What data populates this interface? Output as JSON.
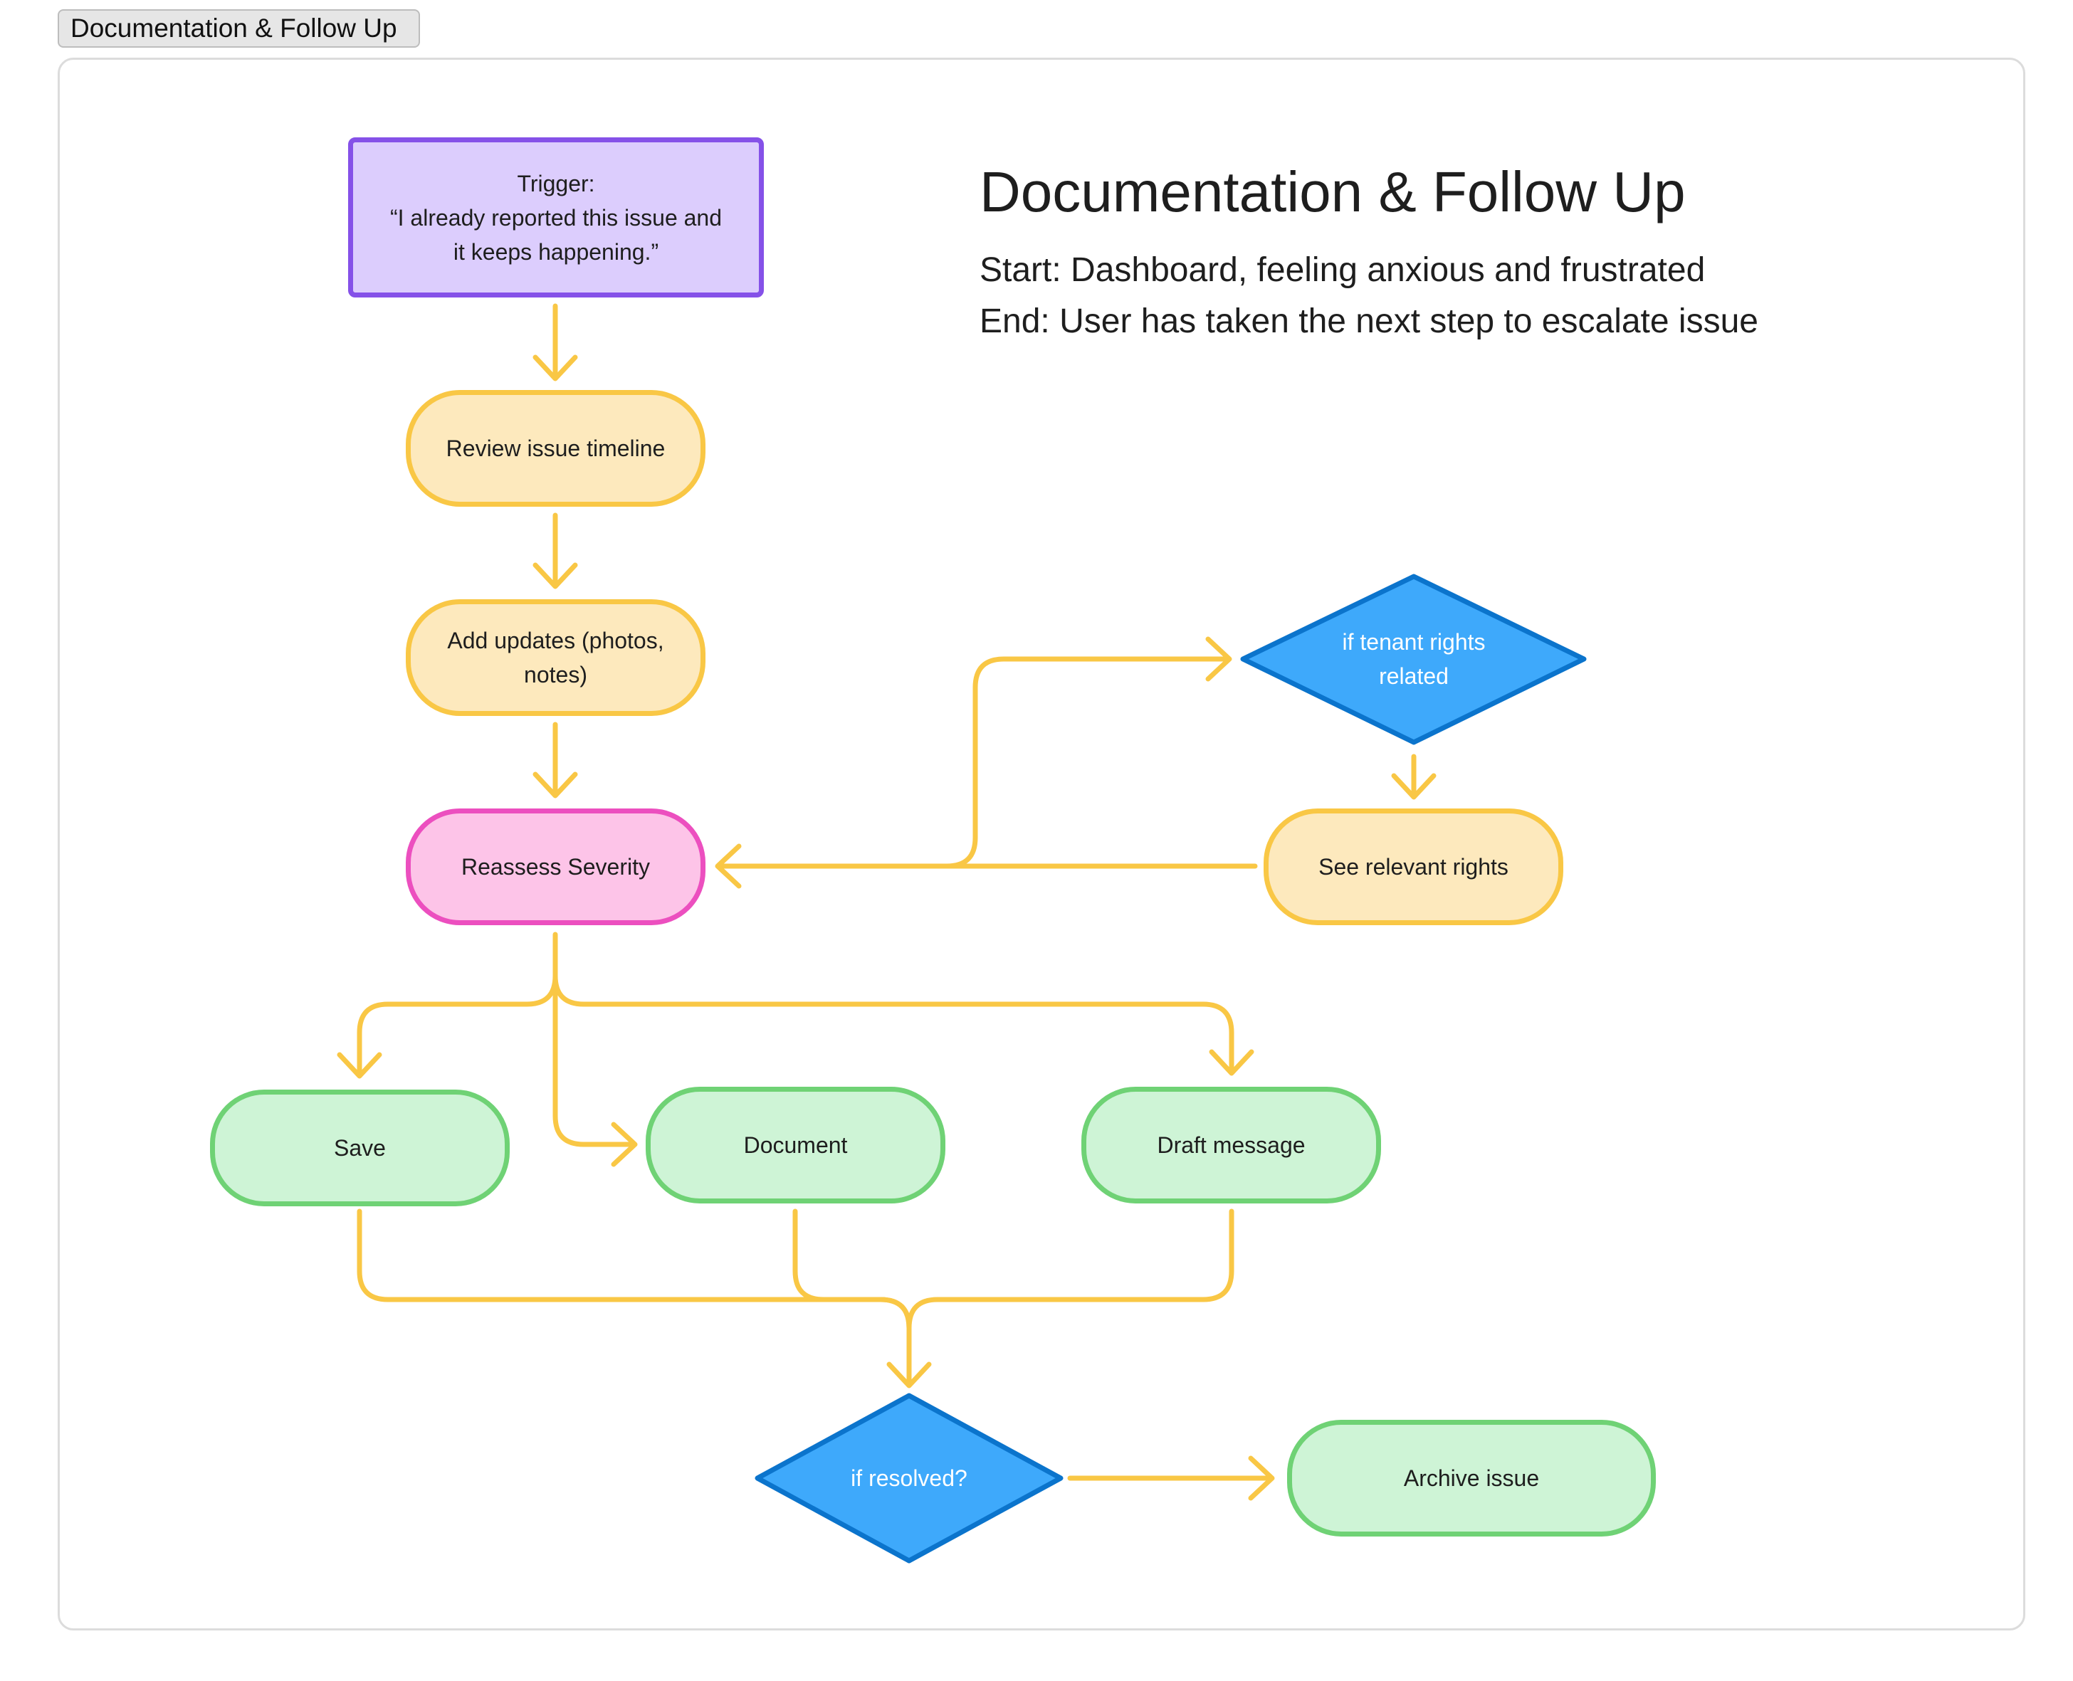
{
  "frame": {
    "tab_label": "Documentation & Follow Up"
  },
  "header": {
    "title": "Documentation & Follow Up",
    "start": "Start: Dashboard, feeling anxious and frustrated",
    "end": "End: User has taken the next step to escalate issue"
  },
  "nodes": {
    "trigger": {
      "line1": "Trigger:",
      "line2": "“I already reported this issue and",
      "line3": "it keeps happening.”"
    },
    "review": {
      "label": "Review issue timeline"
    },
    "add_updates": {
      "line1": "Add updates (photos,",
      "line2": "notes)"
    },
    "reassess": {
      "label": "Reassess Severity"
    },
    "tenant_rights": {
      "line1": "if tenant rights",
      "line2": "related"
    },
    "see_rights": {
      "label": "See relevant rights"
    },
    "save": {
      "label": "Save"
    },
    "document": {
      "label": "Document"
    },
    "draft": {
      "label": "Draft message"
    },
    "resolved": {
      "label": "if resolved?"
    },
    "archive": {
      "label": "Archive issue"
    }
  },
  "colors": {
    "connector": "#f9c745",
    "decision_fill": "#3ea9fb",
    "decision_stroke": "#0b74cc"
  }
}
